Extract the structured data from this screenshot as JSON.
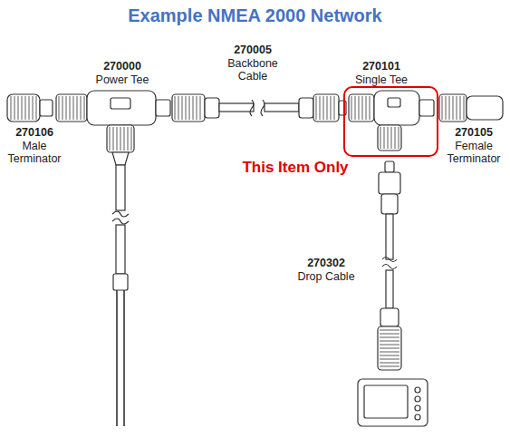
{
  "diagram": {
    "title": "Example NMEA 2000 Network",
    "labels": [
      "270106",
      "Male Terminator",
      "270000",
      "Power Tee",
      "270005",
      "Backbone Cable",
      "270101",
      "Single Tee",
      "270105",
      "Female Terminator",
      "This Item Only",
      "270302",
      "Drop Cable"
    ]
  }
}
